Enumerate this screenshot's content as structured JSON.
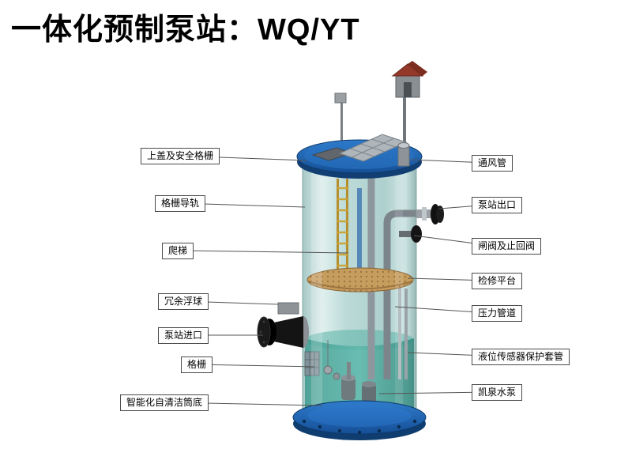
{
  "title": "一体化预制泵站：WQ/YT",
  "labels": {
    "left": [
      "上盖及安全格栅",
      "格栅导轨",
      "爬梯",
      "冗余浮球",
      "泵站进口",
      "格栅",
      "智能化自清洁筒底"
    ],
    "right": [
      "通风管",
      "泵站出口",
      "闸阀及止回阀",
      "检修平台",
      "压力管道",
      "液位传感器保护套管",
      "凯泉水泵"
    ]
  },
  "colors": {
    "lid_blue": "#1d63b2",
    "base_blue": "#123f73",
    "glass_teal": "#b7d8d5",
    "water_teal": "#3d9a8e",
    "platform_tan": "#c79d5e",
    "flange_black": "#141414",
    "roof_red": "#93392a",
    "callout_line": "#555555"
  }
}
